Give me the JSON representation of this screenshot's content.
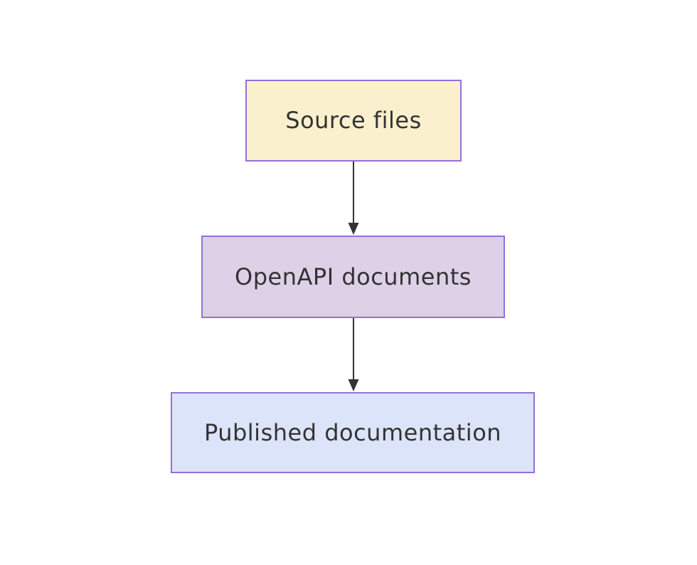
{
  "diagram": {
    "type": "flowchart-top-down",
    "background_color": "#ffffff",
    "text_color": "#333333",
    "arrow_color": "#333333",
    "border_color": "#9370db",
    "nodes": [
      {
        "label": "Source files",
        "fill": "#faf0cd"
      },
      {
        "label": "OpenAPI documents",
        "fill": "#ddd0e7"
      },
      {
        "label": "Published documentation",
        "fill": "#dbe4f8"
      }
    ],
    "edges": [
      {
        "from": "Source files",
        "to": "OpenAPI documents"
      },
      {
        "from": "OpenAPI documents",
        "to": "Published documentation"
      }
    ]
  }
}
